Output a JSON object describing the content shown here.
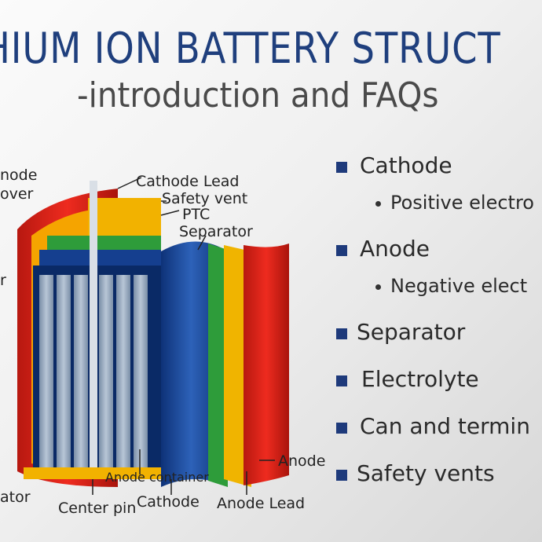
{
  "header": {
    "title": "HIUM ION BATTERY STRUCT",
    "subtitle": "-introduction and FAQs"
  },
  "diagram_labels": {
    "cover_top": "node",
    "cover_bottom": "over",
    "cathode_lead": "Cathode Lead",
    "safety_vent": "Safety vent",
    "ptc": "PTC",
    "separator": "Separator",
    "left_mid": "r",
    "anode": "Anode",
    "anode_container": "Anode container",
    "left_bottom": "ator",
    "center_pin": "Center pin",
    "cathode": "Cathode",
    "anode_lead": "Anode Lead"
  },
  "components": [
    {
      "label": "Cathode",
      "sub": "Positive electro"
    },
    {
      "label": "Anode",
      "sub": "Negative elect"
    },
    {
      "label": "Separator"
    },
    {
      "label": "Electrolyte"
    },
    {
      "label": "Can and termin"
    },
    {
      "label": "Safety vents"
    }
  ],
  "colors": {
    "title": "#1f3f7d",
    "bullet": "#1e3a7b",
    "can_red": "#d9261c",
    "cathode_blue": "#1b4a9b",
    "anode_yellow": "#f0b400",
    "separator_green": "#2e9c3a"
  }
}
